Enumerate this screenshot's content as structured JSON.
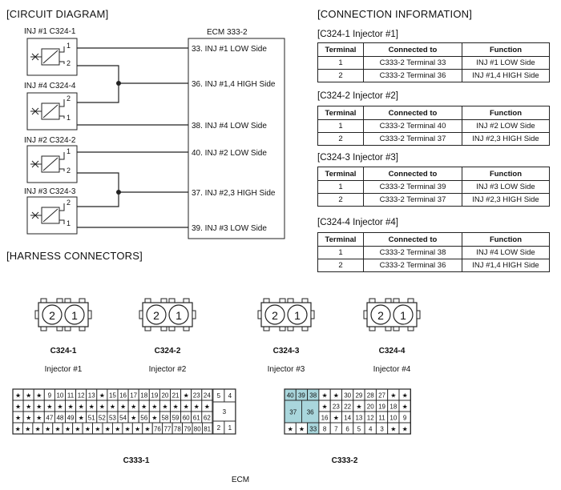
{
  "sections": {
    "circuit": "[CIRCUIT DIAGRAM]",
    "connection": "[CONNECTION INFORMATION]",
    "harness": "[HARNESS CONNECTORS]"
  },
  "circuit": {
    "ecm_label": "ECM 333-2",
    "injectors": [
      {
        "label": "INJ #1 C324-1",
        "top_pin": "1",
        "bottom_pin": "2"
      },
      {
        "label": "INJ #4 C324-4",
        "top_pin": "2",
        "bottom_pin": "1"
      },
      {
        "label": "INJ #2 C324-2",
        "top_pin": "1",
        "bottom_pin": "2"
      },
      {
        "label": "INJ #3 C324-3",
        "top_pin": "2",
        "bottom_pin": "1"
      }
    ],
    "ecm_pins": [
      "33. INJ #1 LOW Side",
      "36. INJ #1,4 HIGH Side",
      "38. INJ #4 LOW Side",
      "40. INJ #2 LOW Side",
      "37. INJ #2,3 HIGH Side",
      "39. INJ #3 LOW Side"
    ]
  },
  "connection_tables": {
    "headers": [
      "Terminal",
      "Connected to",
      "Function"
    ],
    "tables": [
      {
        "title": "[C324-1 Injector #1]",
        "rows": [
          [
            "1",
            "C333-2 Terminal 33",
            "INJ #1 LOW Side"
          ],
          [
            "2",
            "C333-2 Terminal 36",
            "INJ #1,4 HIGH Side"
          ]
        ]
      },
      {
        "title": "[C324-2 Injector #2]",
        "rows": [
          [
            "1",
            "C333-2 Terminal 40",
            "INJ #2 LOW Side"
          ],
          [
            "2",
            "C333-2 Terminal 37",
            "INJ #2,3 HIGH Side"
          ]
        ]
      },
      {
        "title": "[C324-3 Injector #3]",
        "rows": [
          [
            "1",
            "C333-2 Terminal 39",
            "INJ #3 LOW Side"
          ],
          [
            "2",
            "C333-2 Terminal 37",
            "INJ #2,3 HIGH Side"
          ]
        ]
      },
      {
        "title": "[C324-4 Injector #4]",
        "rows": [
          [
            "1",
            "C333-2 Terminal 38",
            "INJ #4 LOW Side"
          ],
          [
            "2",
            "C333-2 Terminal 36",
            "INJ #1,4 HIGH Side"
          ]
        ]
      }
    ]
  },
  "harness": {
    "small_connectors": [
      {
        "name": "C324-1",
        "sub": "Injector #1",
        "pins": [
          "2",
          "1"
        ]
      },
      {
        "name": "C324-2",
        "sub": "Injector #2",
        "pins": [
          "2",
          "1"
        ]
      },
      {
        "name": "C324-3",
        "sub": "Injector #3",
        "pins": [
          "2",
          "1"
        ]
      },
      {
        "name": "C324-4",
        "sub": "Injector #4",
        "pins": [
          "2",
          "1"
        ]
      }
    ],
    "c333_1": {
      "name": "C333-1",
      "rows": [
        [
          "★",
          "★",
          "★",
          "9",
          "10",
          "11",
          "12",
          "13",
          "★",
          "15",
          "16",
          "17",
          "18",
          "19",
          "20",
          "21",
          "★",
          "23",
          "24"
        ],
        [
          "★",
          "★",
          "★",
          "★",
          "★",
          "★",
          "★",
          "★",
          "★",
          "★",
          "★",
          "★",
          "★",
          "★",
          "★",
          "★",
          "★",
          "★",
          "★"
        ],
        [
          "★",
          "★",
          "★",
          "47",
          "48",
          "49",
          "★",
          "51",
          "52",
          "53",
          "54",
          "★",
          "56",
          "★",
          "58",
          "59",
          "60",
          "61",
          "62"
        ],
        [
          "★",
          "★",
          "★",
          "★",
          "★",
          "★",
          "★",
          "★",
          "★",
          "★",
          "★",
          "★",
          "★",
          "★",
          "76",
          "77",
          "78",
          "79",
          "80",
          "81"
        ]
      ],
      "side": {
        "top": [
          "5",
          "4"
        ],
        "mid": "3",
        "bottom": [
          "2",
          "1"
        ]
      }
    },
    "c333_2": {
      "name": "C333-2",
      "row1": [
        "40",
        "39",
        "38",
        "★",
        "★",
        "30",
        "29",
        "28",
        "27",
        "★",
        "★"
      ],
      "row2_big": [
        "37",
        "36"
      ],
      "row2": [
        "★",
        "23",
        "22",
        "★",
        "20",
        "19",
        "18",
        "★"
      ],
      "row3": [
        "16",
        "★",
        "14",
        "13",
        "12",
        "11",
        "10",
        "9"
      ],
      "row4": [
        "★",
        "★",
        "33",
        "8",
        "7",
        "6",
        "5",
        "4",
        "3",
        "★",
        "★"
      ],
      "highlight_color": "#a9d6dc",
      "highlighted": [
        "40",
        "39",
        "38",
        "37",
        "36",
        "33"
      ]
    },
    "ecm_label": "ECM"
  }
}
